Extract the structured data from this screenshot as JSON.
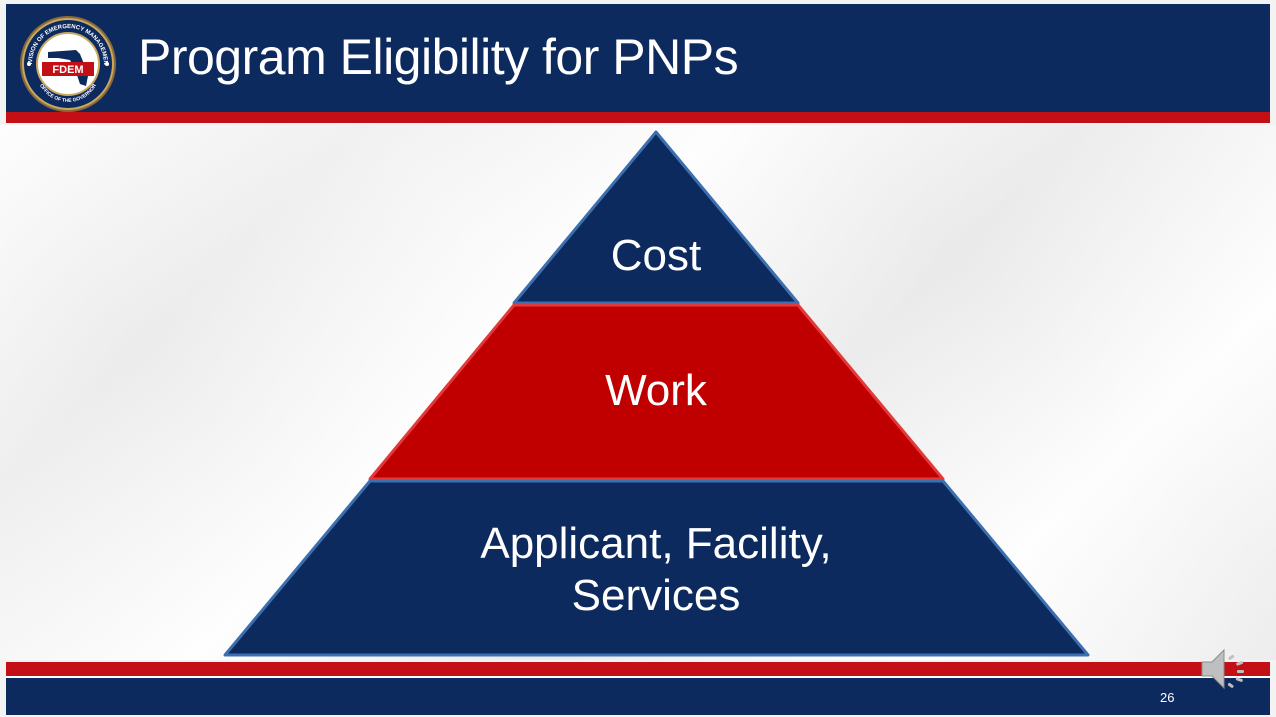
{
  "slide": {
    "title": "Program Eligibility for PNPs",
    "page_number": "26"
  },
  "logo": {
    "text": "FDEM",
    "ring_text_top": "DIVISION OF EMERGENCY MANAGEMENT",
    "ring_text_bottom": "OFFICE OF THE GOVERNOR"
  },
  "pyramid": {
    "tiers": [
      {
        "label": "Cost"
      },
      {
        "label": "Work"
      },
      {
        "label": "Applicant, Facility,",
        "label_line2": "Services"
      }
    ]
  },
  "colors": {
    "navy": "#0d2a5e",
    "red": "#c30f16",
    "pyramid_red": "#c00000",
    "pyramid_navy": "#0d2a5e"
  },
  "icons": {
    "logo": "fdem-seal-icon",
    "audio": "speaker-icon"
  }
}
